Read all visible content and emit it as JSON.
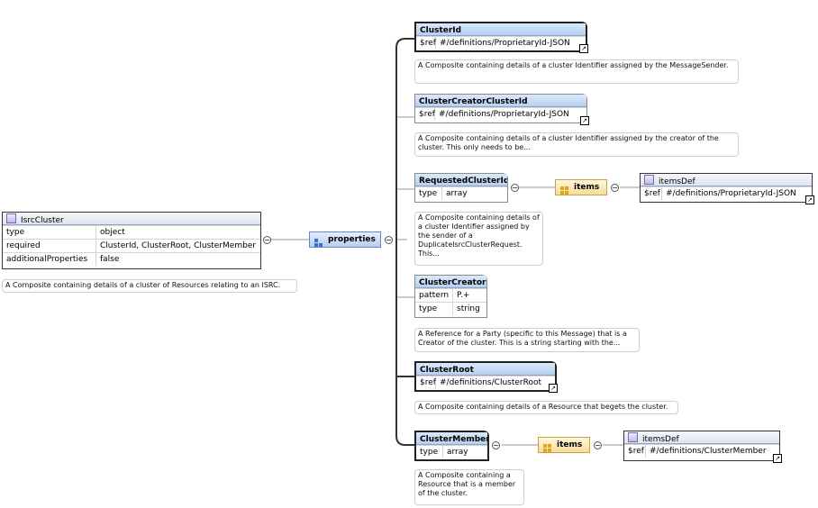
{
  "root": {
    "title": "IsrcCluster",
    "rows": [
      {
        "key": "type",
        "value": "object"
      },
      {
        "key": "required",
        "value": "ClusterId, ClusterRoot, ClusterMember"
      },
      {
        "key": "additionalProperties",
        "value": "false"
      }
    ],
    "description": "A Composite containing details of a cluster of Resources relating to an ISRC."
  },
  "properties_label": "properties",
  "items_label": "items",
  "collapse_symbol": "−",
  "link_symbol": "↗",
  "nodes": [
    {
      "title": "ClusterId",
      "rows": [
        {
          "key": "$ref",
          "value": "#/definitions/ProprietaryId-JSON"
        }
      ],
      "description": "A Composite containing details of a cluster Identifier assigned by the MessageSender."
    },
    {
      "title": "ClusterCreatorClusterId",
      "rows": [
        {
          "key": "$ref",
          "value": "#/definitions/ProprietaryId-JSON"
        }
      ],
      "description": "A Composite containing details of a cluster Identifier assigned by the creator of the cluster. This only needs to be..."
    },
    {
      "title": "RequestedClusterId",
      "rows": [
        {
          "key": "type",
          "value": "array"
        }
      ],
      "description": "A Composite containing details of a cluster Identifier assigned by the sender of a DuplicateIsrcClusterRequest. This...",
      "items_def": {
        "title": "itemsDef",
        "rows": [
          {
            "key": "$ref",
            "value": "#/definitions/ProprietaryId-JSON"
          }
        ]
      }
    },
    {
      "title": "ClusterCreator",
      "rows": [
        {
          "key": "pattern",
          "value": "P.+"
        },
        {
          "key": "type",
          "value": "string"
        }
      ],
      "description": "A Reference for a Party (specific to this Message) that is a Creator of the cluster. This is a string starting with the..."
    },
    {
      "title": "ClusterRoot",
      "rows": [
        {
          "key": "$ref",
          "value": "#/definitions/ClusterRoot"
        }
      ],
      "description": "A Composite containing details of a Resource that begets the cluster."
    },
    {
      "title": "ClusterMember",
      "rows": [
        {
          "key": "type",
          "value": "array"
        }
      ],
      "description": "A Composite containing a Resource that is a member of the cluster.",
      "items_def": {
        "title": "itemsDef",
        "rows": [
          {
            "key": "$ref",
            "value": "#/definitions/ClusterMember"
          }
        ]
      }
    }
  ]
}
